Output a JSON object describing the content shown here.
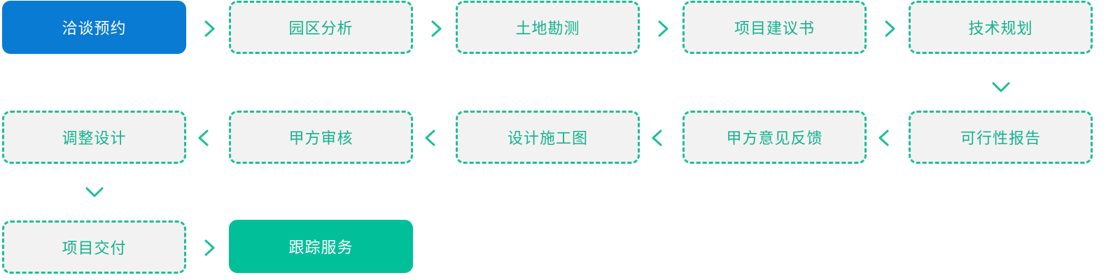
{
  "steps": [
    {
      "id": "s1",
      "label": "洽谈预约",
      "kind": "start"
    },
    {
      "id": "s2",
      "label": "园区分析",
      "kind": "normal"
    },
    {
      "id": "s3",
      "label": "土地勘测",
      "kind": "normal"
    },
    {
      "id": "s4",
      "label": "项目建议书",
      "kind": "normal"
    },
    {
      "id": "s5",
      "label": "技术规划",
      "kind": "normal"
    },
    {
      "id": "s6",
      "label": "可行性报告",
      "kind": "normal"
    },
    {
      "id": "s7",
      "label": "甲方意见反馈",
      "kind": "normal"
    },
    {
      "id": "s8",
      "label": "设计施工图",
      "kind": "normal"
    },
    {
      "id": "s9",
      "label": "甲方审核",
      "kind": "normal"
    },
    {
      "id": "s10",
      "label": "调整设计",
      "kind": "normal"
    },
    {
      "id": "s11",
      "label": "项目交付",
      "kind": "normal"
    },
    {
      "id": "s12",
      "label": "跟踪服务",
      "kind": "end"
    }
  ],
  "colors": {
    "start_fill": "#0a7bd3",
    "end_fill": "#00bf99",
    "step_fill": "#f3f2f2",
    "step_border": "#1cbf97",
    "step_text": "#14b38d",
    "arrow": "#1cbf97"
  },
  "arrows": [
    {
      "id": "a1",
      "direction": "right",
      "icon": "chevron-right-icon"
    },
    {
      "id": "a2",
      "direction": "right",
      "icon": "chevron-right-icon"
    },
    {
      "id": "a3",
      "direction": "right",
      "icon": "chevron-right-icon"
    },
    {
      "id": "a4",
      "direction": "right",
      "icon": "chevron-right-icon"
    },
    {
      "id": "a5",
      "direction": "down",
      "icon": "chevron-down-icon"
    },
    {
      "id": "a6",
      "direction": "left",
      "icon": "chevron-left-icon"
    },
    {
      "id": "a7",
      "direction": "left",
      "icon": "chevron-left-icon"
    },
    {
      "id": "a8",
      "direction": "left",
      "icon": "chevron-left-icon"
    },
    {
      "id": "a9",
      "direction": "left",
      "icon": "chevron-left-icon"
    },
    {
      "id": "a10",
      "direction": "down",
      "icon": "chevron-down-icon"
    },
    {
      "id": "a11",
      "direction": "right",
      "icon": "chevron-right-icon"
    }
  ]
}
